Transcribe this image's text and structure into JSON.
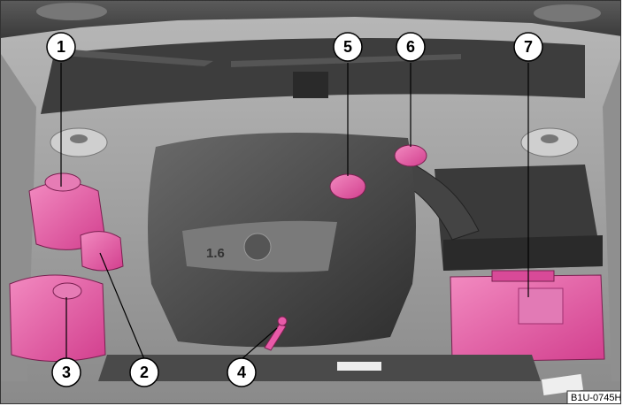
{
  "image_ref": "B1U-0745H",
  "engine_badge": "1.6",
  "highlight_color": "#e85aa8",
  "callouts": [
    {
      "label": "1",
      "part": "coolant-reservoir"
    },
    {
      "label": "2",
      "part": "brake-fluid-reservoir"
    },
    {
      "label": "3",
      "part": "washer-fluid-reservoir"
    },
    {
      "label": "4",
      "part": "oil-dipstick"
    },
    {
      "label": "5",
      "part": "oil-filler-cap"
    },
    {
      "label": "6",
      "part": "power-steering-reservoir"
    },
    {
      "label": "7",
      "part": "battery"
    }
  ]
}
